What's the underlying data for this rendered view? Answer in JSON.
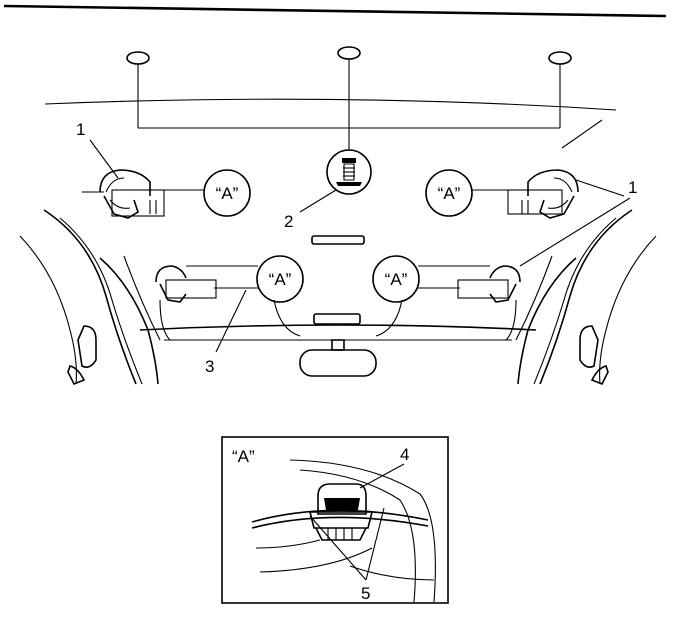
{
  "callouts": {
    "c1_left": "1",
    "c1_right": "1",
    "c2": "2",
    "c3": "3",
    "c4": "4",
    "c5": "5"
  },
  "views": {
    "a1": "“A”",
    "a2": "“A”",
    "a3": "“A”",
    "a4": "“A”"
  },
  "detail": {
    "label": "“A”"
  }
}
